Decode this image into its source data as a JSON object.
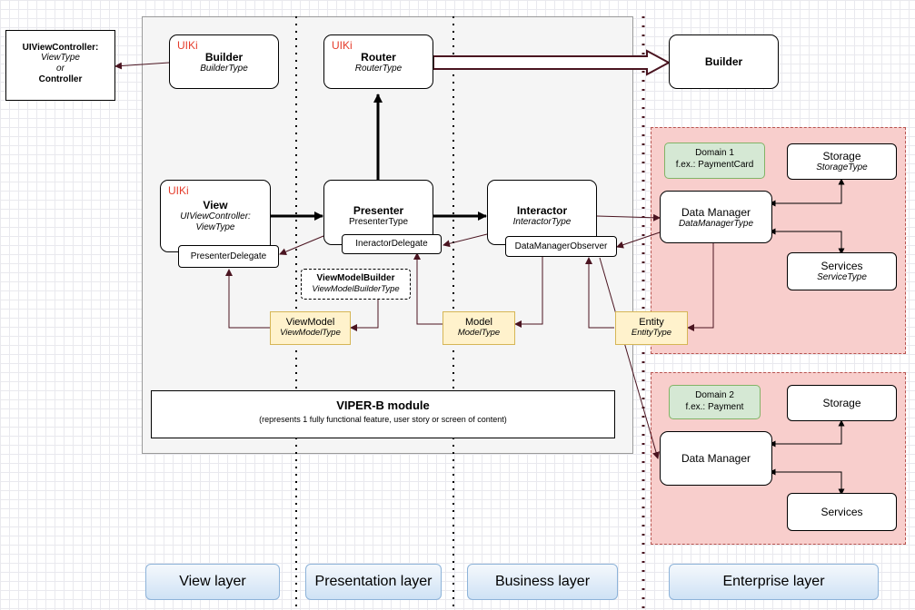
{
  "uikit_badge": "UIKi",
  "external": {
    "uiviewcontroller": {
      "title": "UIViewController:",
      "type": "ViewType",
      "or": "or",
      "controller": "Controller"
    },
    "builder": {
      "title": "Builder"
    }
  },
  "module": {
    "builder": {
      "title": "Builder",
      "type": "BuilderType"
    },
    "router": {
      "title": "Router",
      "type": "RouterType"
    },
    "view": {
      "title": "View",
      "type_line1": "UIViewController:",
      "type_line2": "ViewType"
    },
    "presenter_delegate": "PresenterDelegate",
    "presenter": {
      "title": "Presenter",
      "type": "PresenterType"
    },
    "interactor_delegate": "IneractorDelegate",
    "interactor": {
      "title": "Interactor",
      "type": "InteractorType"
    },
    "data_manager_observer": "DataManagerObserver",
    "view_model_builder": {
      "title": "ViewModelBuilder",
      "type": "ViewModelBuilderType"
    },
    "view_model": {
      "title": "ViewModel",
      "type": "ViewModelType"
    },
    "model": {
      "title": "Model",
      "type": "ModelType"
    },
    "entity": {
      "title": "Entity",
      "type": "EntityType"
    },
    "footer": {
      "title": "VIPER-B module",
      "subtitle": "(represents 1 fully functional feature, user story  or screen of content)"
    }
  },
  "enterprise": {
    "domain1": {
      "domain_line1": "Domain 1",
      "domain_line2": "f.ex.: PaymentCard",
      "storage": {
        "title": "Storage",
        "type": "StorageType"
      },
      "data_manager": {
        "title": "Data Manager",
        "type": "DataManagerType"
      },
      "services": {
        "title": "Services",
        "type": "ServiceType"
      }
    },
    "domain2": {
      "domain_line1": "Domain 2",
      "domain_line2": "f.ex.: Payment",
      "storage": {
        "title": "Storage"
      },
      "data_manager": {
        "title": "Data Manager"
      },
      "services": {
        "title": "Services"
      }
    }
  },
  "layers": [
    "View layer",
    "Presentation layer",
    "Business layer",
    "Enterprise layer"
  ],
  "colors": {
    "arrow_dark": "#4a1420",
    "accent_red": "#e53c2b",
    "note_fill": "#fff2cc",
    "domain_fill": "#d5e8d4",
    "enterprise_fill": "#f8cecc"
  }
}
